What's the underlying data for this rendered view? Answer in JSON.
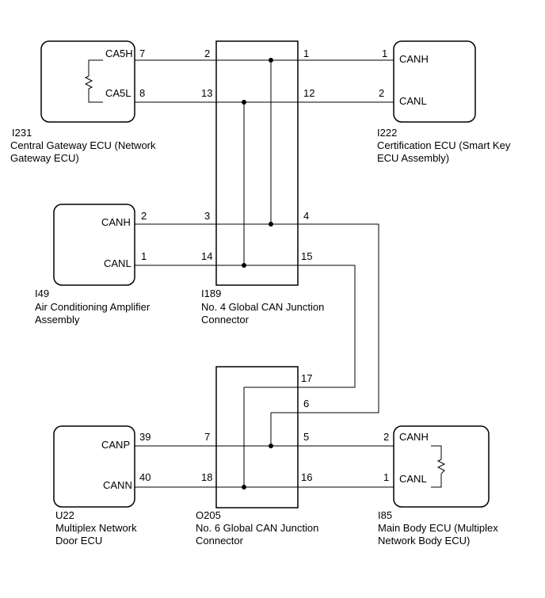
{
  "components": {
    "i231": {
      "id": "I231",
      "name_line1": "Central Gateway ECU (Network",
      "name_line2": "Gateway ECU)",
      "pins": {
        "ca5h": "CA5H",
        "ca5l": "CA5L"
      },
      "pin_numbers": {
        "ca5h": "7",
        "ca5l": "8"
      }
    },
    "i222": {
      "id": "I222",
      "name_line1": "Certification ECU (Smart Key",
      "name_line2": "ECU Assembly)",
      "pins": {
        "canh": "CANH",
        "canl": "CANL"
      },
      "pin_numbers": {
        "canh": "1",
        "canl": "2"
      }
    },
    "i49": {
      "id": "I49",
      "name_line1": "Air Conditioning Amplifier",
      "name_line2": "Assembly",
      "pins": {
        "canh": "CANH",
        "canl": "CANL"
      },
      "pin_numbers": {
        "canh": "2",
        "canl": "1"
      }
    },
    "i189": {
      "id": "I189",
      "name_line1": "No. 4 Global CAN Junction",
      "name_line2": "Connector",
      "pin_numbers": {
        "p2": "2",
        "p13": "13",
        "p3": "3",
        "p14": "14",
        "p1": "1",
        "p12": "12",
        "p4": "4",
        "p15": "15"
      }
    },
    "o205": {
      "id": "O205",
      "name_line1": "No. 6 Global CAN Junction",
      "name_line2": "Connector",
      "pin_numbers": {
        "p7": "7",
        "p18": "18",
        "p17": "17",
        "p6": "6",
        "p5": "5",
        "p16": "16"
      }
    },
    "u22": {
      "id": "U22",
      "name_line1": "Multiplex Network",
      "name_line2": "Door ECU",
      "pins": {
        "canp": "CANP",
        "cann": "CANN"
      },
      "pin_numbers": {
        "canp": "39",
        "cann": "40"
      }
    },
    "i85": {
      "id": "I85",
      "name_line1": "Main Body ECU (Multiplex",
      "name_line2": "Network Body ECU)",
      "pins": {
        "canh": "CANH",
        "canl": "CANL"
      },
      "pin_numbers": {
        "canh": "2",
        "canl": "1"
      }
    }
  }
}
